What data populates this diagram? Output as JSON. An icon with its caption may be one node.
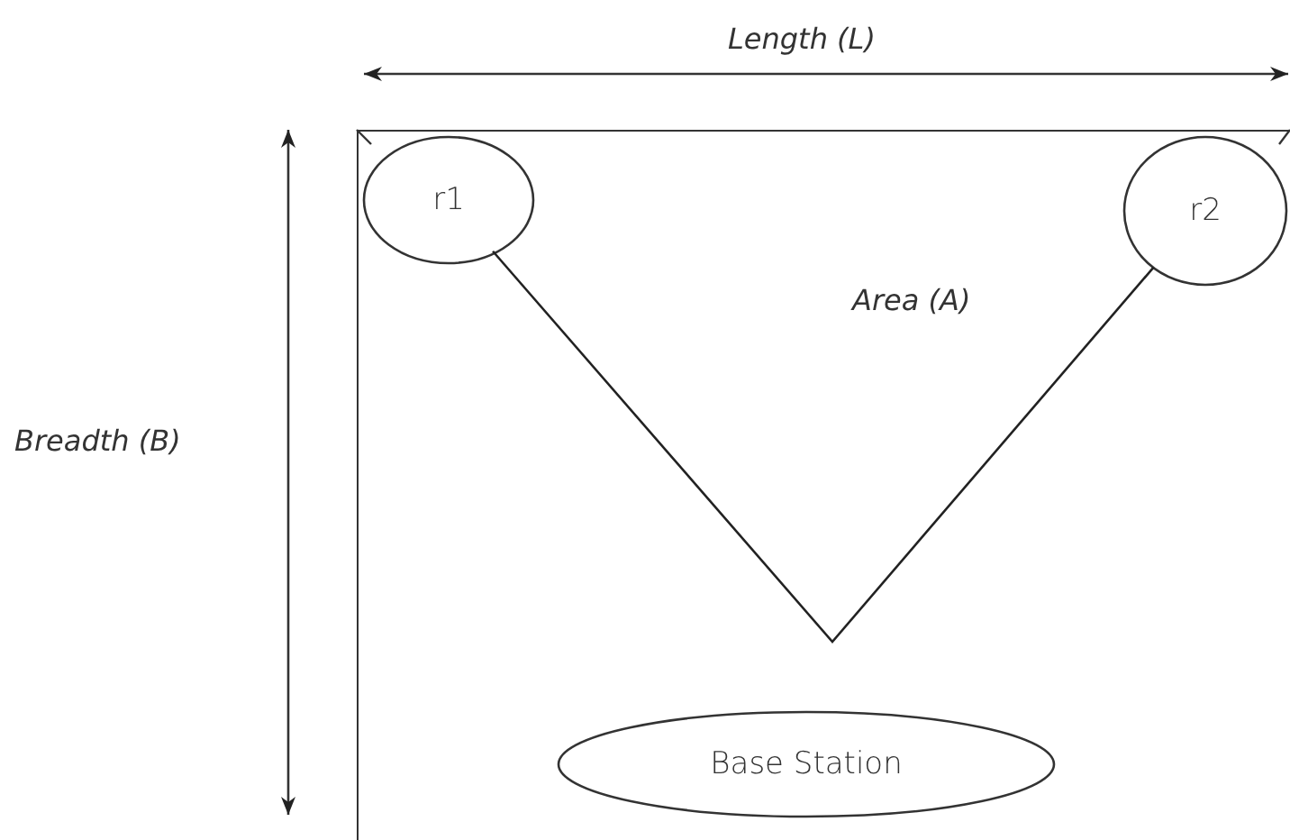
{
  "diagram": {
    "nodes": [
      {
        "text": [
          "Area (A)"
        ]
      },
      {
        "text": [
          "r1"
        ],
        "in": 0
      },
      {
        "text": [
          "r2"
        ],
        "in": 0
      },
      {
        "text": [
          "Base Station"
        ],
        "in": 0
      }
    ],
    "edges": [
      {
        "from": 1,
        "to": 2,
        "arrow": "none"
      }
    ],
    "labels": [
      "Length (L)",
      "Breadth (B)"
    ]
  }
}
